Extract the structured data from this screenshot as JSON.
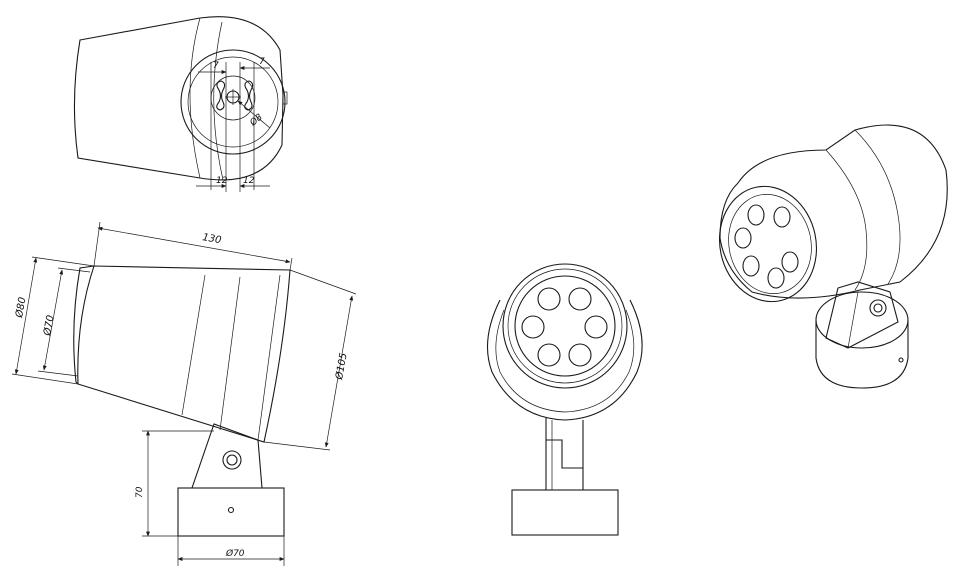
{
  "views": {
    "rear": {
      "dims": {
        "top_left": "7",
        "top_right": "7",
        "bottom_left": "12",
        "bottom_right": "12",
        "hole_dia": "Ø8"
      }
    },
    "side": {
      "dims": {
        "length": "130",
        "front_outer_dia": "Ø80",
        "front_inner_dia": "Ø70",
        "rear_dia": "Ø105",
        "height": "70",
        "base_dia": "Ø70"
      }
    }
  },
  "colors": {
    "line": "#1a1a1a",
    "background": "#ffffff"
  }
}
